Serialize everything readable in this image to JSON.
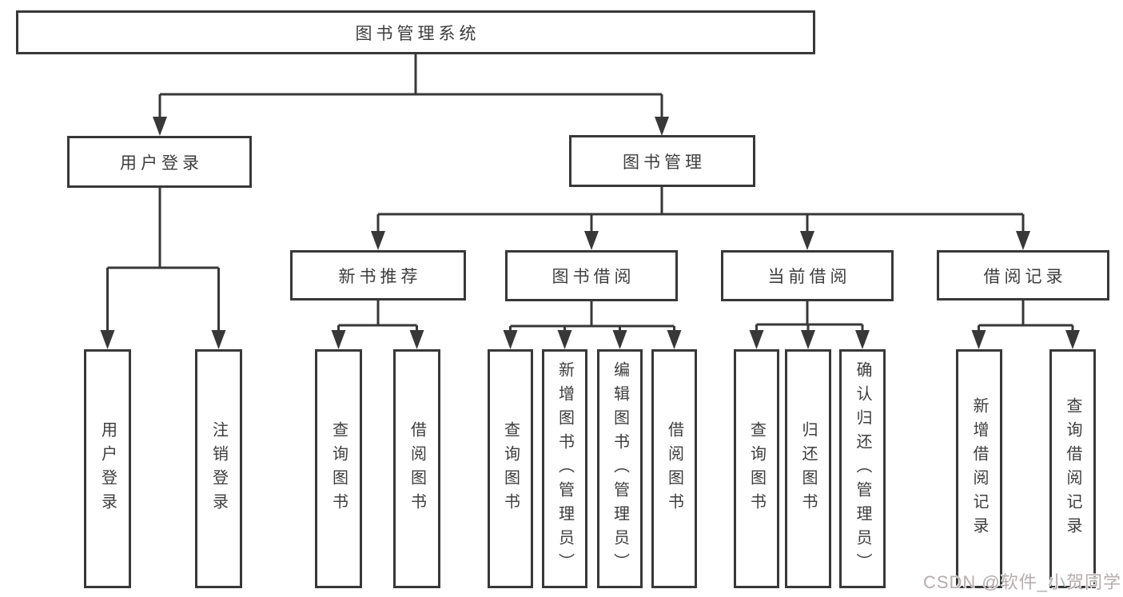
{
  "colors": {
    "line": "#383838",
    "box_fill": "#ffffff",
    "text": "#3d3d3d",
    "background": "#ffffff",
    "watermark": "#b5adad"
  },
  "watermark": {
    "text": "CSDN @软件_小贺同学"
  },
  "diagram": {
    "type": "tree",
    "title": "图书管理系统",
    "nodes": [
      {
        "id": "root",
        "label": "图书管理系统",
        "parent": null
      },
      {
        "id": "user-login",
        "label": "用户登录",
        "parent": "root"
      },
      {
        "id": "book-management",
        "label": "图书管理",
        "parent": "root"
      },
      {
        "id": "new-book-recommend",
        "label": "新书推荐",
        "parent": "book-management"
      },
      {
        "id": "book-borrow",
        "label": "图书借阅",
        "parent": "book-management"
      },
      {
        "id": "current-borrow",
        "label": "当前借阅",
        "parent": "book-management"
      },
      {
        "id": "borrow-record",
        "label": "借阅记录",
        "parent": "book-management"
      },
      {
        "id": "leaf-user-login",
        "label": "用户登录",
        "parent": "user-login"
      },
      {
        "id": "leaf-logout",
        "label": "注销登录",
        "parent": "user-login"
      },
      {
        "id": "leaf-query-book-newbook",
        "label": "查询图书",
        "parent": "new-book-recommend"
      },
      {
        "id": "leaf-borrow-book-newbook",
        "label": "借阅图书",
        "parent": "new-book-recommend"
      },
      {
        "id": "leaf-query-book-borrow",
        "label": "查询图书",
        "parent": "book-borrow"
      },
      {
        "id": "leaf-add-book-admin",
        "label": "新增图书（管理员）",
        "parent": "book-borrow"
      },
      {
        "id": "leaf-edit-book-admin",
        "label": "编辑图书（管理员）",
        "parent": "book-borrow"
      },
      {
        "id": "leaf-borrow-book-borrow",
        "label": "借阅图书",
        "parent": "book-borrow"
      },
      {
        "id": "leaf-query-book-current",
        "label": "查询图书",
        "parent": "current-borrow"
      },
      {
        "id": "leaf-return-book",
        "label": "归还图书",
        "parent": "current-borrow"
      },
      {
        "id": "leaf-confirm-return-admin",
        "label": "确认归还（管理员）",
        "parent": "current-borrow"
      },
      {
        "id": "leaf-add-borrow-record",
        "label": "新增借阅记录",
        "parent": "borrow-record"
      },
      {
        "id": "leaf-query-borrow-record",
        "label": "查询借阅记录",
        "parent": "borrow-record"
      }
    ]
  }
}
